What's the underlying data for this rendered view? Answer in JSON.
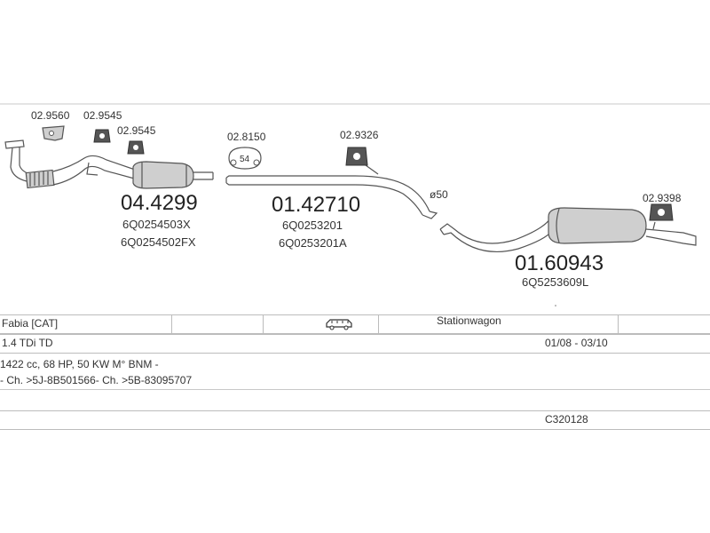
{
  "parts": {
    "bracket_1": "02.9560",
    "bracket_2": "02.9545",
    "bracket_3": "02.9545",
    "front_pipe_number": "04.4299",
    "front_pipe_oem_1": "6Q0254503X",
    "front_pipe_oem_2": "6Q0254502FX",
    "gasket": "02.8150",
    "gasket_size": "54",
    "middle_pipe_number": "01.42710",
    "middle_pipe_oem_1": "6Q0253201",
    "middle_pipe_oem_2": "6Q0253201A",
    "hanger_mid": "02.9326",
    "pipe_diameter": "ø50",
    "rear_muffler_number": "01.60943",
    "rear_muffler_oem": "6Q5253609L",
    "hanger_rear": "02.9398"
  },
  "vehicle": {
    "model": "Fabia  [CAT]",
    "body": "Stationwagon",
    "engine": "1.4 TDi TD",
    "years": "01/08 - 03/10",
    "specs": "1422 cc, 68 HP, 50 KW M° BNM -",
    "chassis": "- Ch. >5J-8B501566- Ch. >5B-83095707",
    "code": "C320128",
    "body_icon": "station-wagon-icon"
  },
  "colors": {
    "line": "#555555",
    "shading": "#cfcfcf",
    "table_border": "#bcbcbc"
  }
}
